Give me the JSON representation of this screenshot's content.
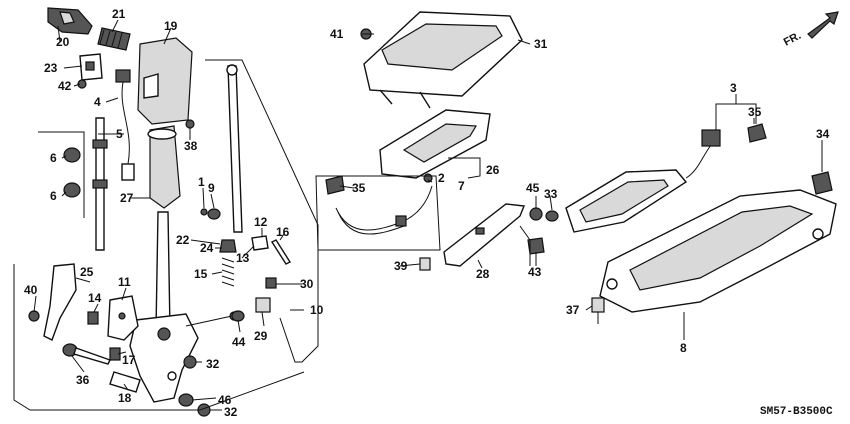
{
  "diagram": {
    "code": "SM57-B3500C",
    "direction_label": "FR.",
    "callouts": [
      "1",
      "2",
      "3",
      "4",
      "5",
      "6",
      "6",
      "7",
      "8",
      "9",
      "10",
      "11",
      "12",
      "13",
      "14",
      "15",
      "16",
      "17",
      "18",
      "19",
      "20",
      "21",
      "22",
      "23",
      "24",
      "25",
      "26",
      "27",
      "28",
      "29",
      "30",
      "31",
      "32",
      "32",
      "33",
      "34",
      "35",
      "35",
      "36",
      "37",
      "38",
      "39",
      "40",
      "41",
      "42",
      "43",
      "44",
      "45",
      "46"
    ]
  },
  "colors": {
    "ink": "#111111",
    "paper": "#ffffff"
  },
  "icons": [
    "fr-arrow-icon"
  ]
}
